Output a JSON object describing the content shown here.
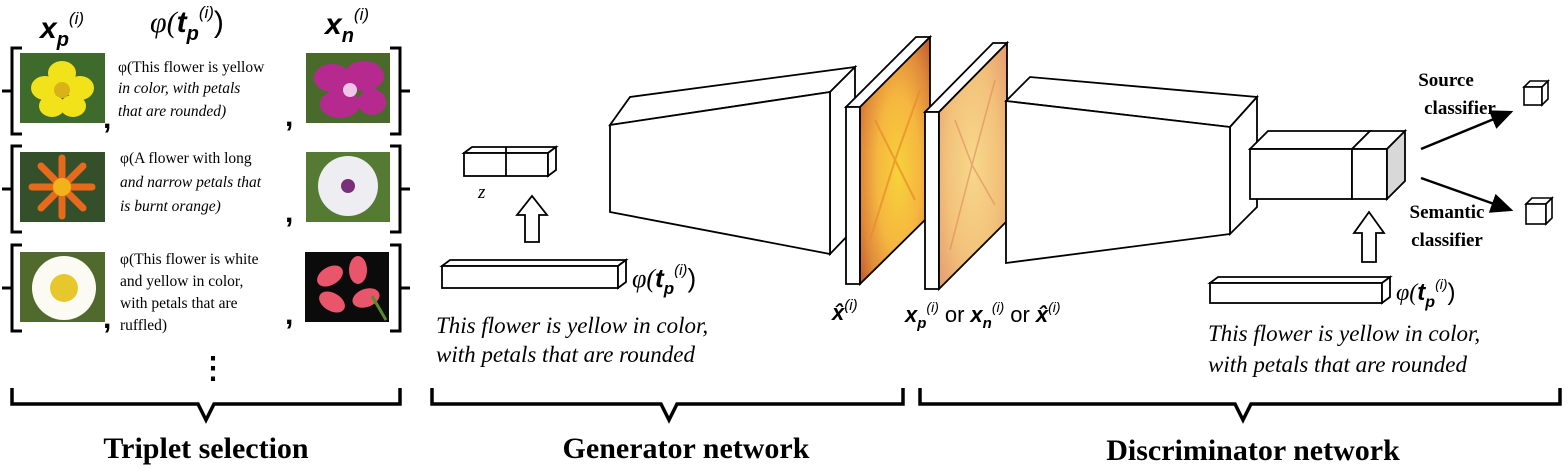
{
  "triplet": {
    "header": {
      "xp": {
        "base": "x",
        "sub": "p",
        "sup": "(i)"
      },
      "phi": {
        "phi": "φ(",
        "base": "t",
        "sub": "p",
        "sup": "(i)",
        "close": ")"
      },
      "xn": {
        "base": "x",
        "sub": "n",
        "sup": "(i)"
      }
    },
    "rows": [
      {
        "lines": [
          "φ(This flower is yellow",
          "in color, with petals",
          "that are rounded)"
        ],
        "pos_image": "yellow rounded flower",
        "neg_image": "magenta flower"
      },
      {
        "lines": [
          "φ(A flower with long",
          "and narrow petals that",
          "is burnt orange)"
        ],
        "pos_image": "orange daisy-like flower",
        "neg_image": "white morning glory"
      },
      {
        "lines": [
          "φ(This flower is white",
          "and yellow in color,",
          "with petals that are",
          "ruffled)"
        ],
        "pos_image": "white and yellow ruffled flower",
        "neg_image": "pink spotted lily"
      }
    ],
    "comma": ",",
    "ellipsis": "⋮",
    "caption": "Triplet selection"
  },
  "generator": {
    "z_label": "z",
    "phi_label": {
      "phi": "φ(",
      "base": "t",
      "sub": "p",
      "sup": "(i)",
      "close": ")"
    },
    "text": [
      "This flower is yellow in color,",
      "with petals that are rounded"
    ],
    "xhat_label": {
      "base": "x̂",
      "sup": "(i)"
    },
    "caption": "Generator network"
  },
  "discriminator": {
    "input_label": {
      "a": {
        "base": "x",
        "sub": "p",
        "sup": "(i)"
      },
      "or1": "or",
      "b": {
        "base": "x",
        "sub": "n",
        "sup": "(i)"
      },
      "or2": "or",
      "c": {
        "base": "x̂",
        "sup": "(i)"
      }
    },
    "phi_label": {
      "phi": "φ(",
      "base": "t",
      "sub": "p",
      "sup": "(i)",
      "close": ")"
    },
    "text": [
      "This flower is yellow in color,",
      "with petals that are rounded"
    ],
    "source": [
      "Source",
      "classifier"
    ],
    "semantic": [
      "Semantic",
      "classifier"
    ],
    "caption": "Discriminator network"
  },
  "colors": {
    "line": "#000000",
    "cube_side": "#d8d8d8",
    "image_bg": "#e8c550"
  }
}
